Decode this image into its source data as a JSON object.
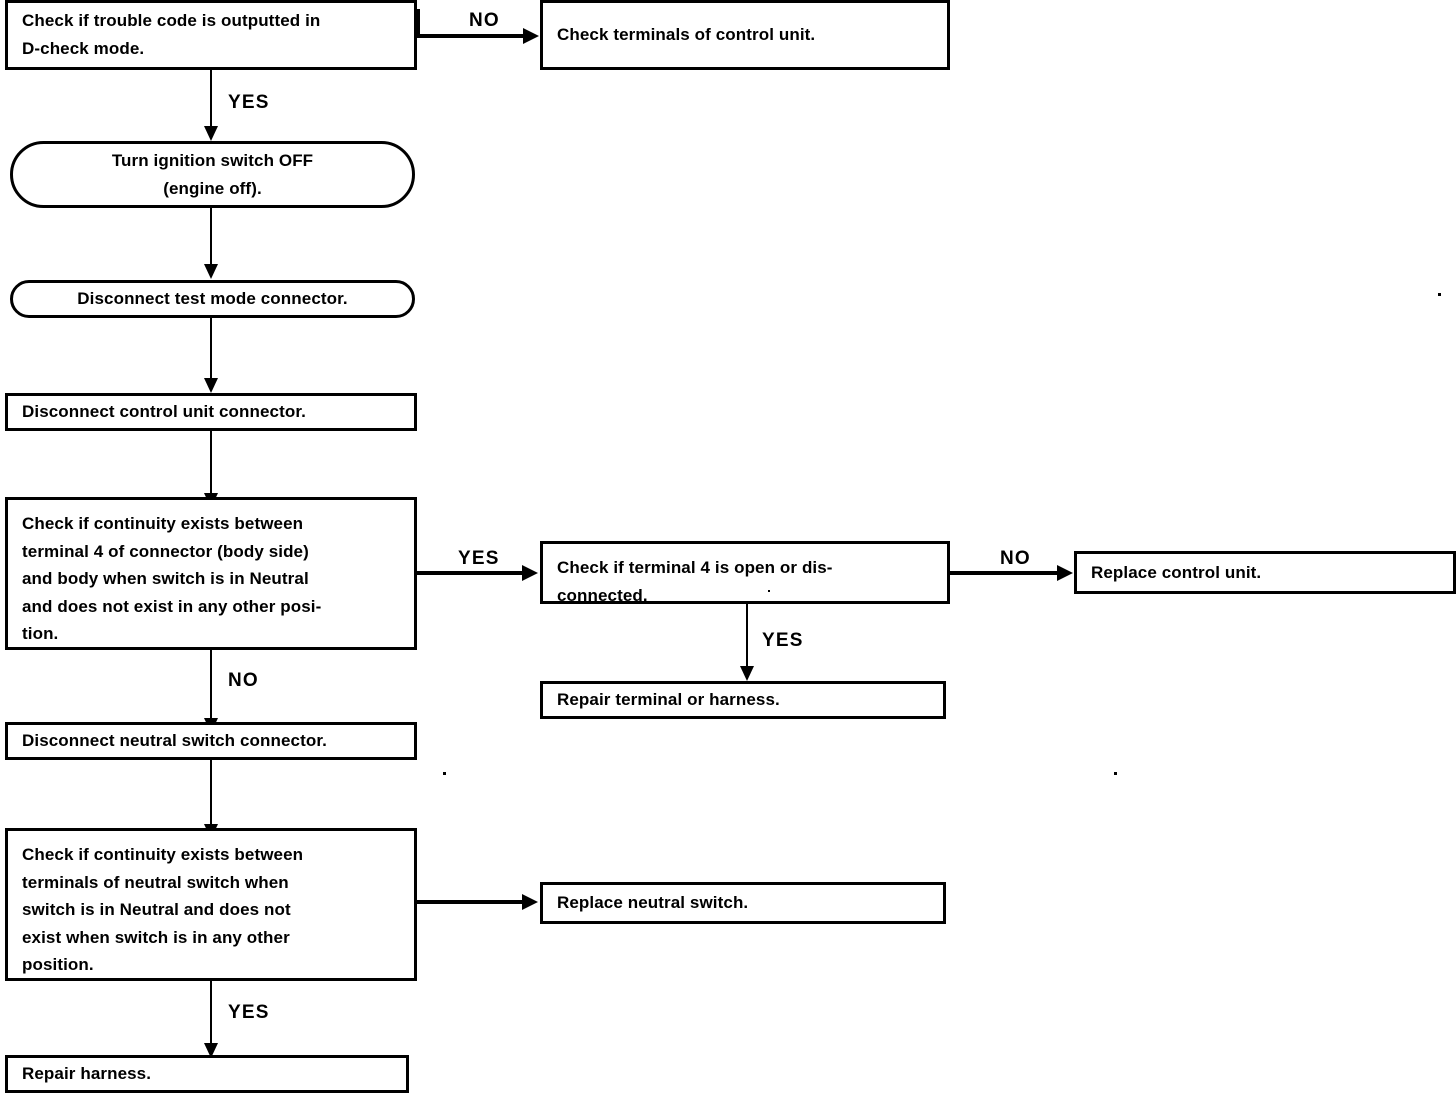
{
  "diagram": {
    "title": "Neutral switch / trouble code diagnostic flowchart",
    "ink_color": "#000000",
    "background_color": "#ffffff",
    "nodes": [
      {
        "id": "check-trouble-code",
        "shape": "rectangle",
        "text": "Check if trouble code is outputted in\nD-check mode."
      },
      {
        "id": "check-terminals-control-unit",
        "shape": "rectangle",
        "text": "Check terminals of control unit."
      },
      {
        "id": "turn-ignition-off",
        "shape": "rounded",
        "text": "Turn ignition switch OFF\n(engine off)."
      },
      {
        "id": "disconnect-test-mode-connector",
        "shape": "rounded",
        "text": "Disconnect test mode connector."
      },
      {
        "id": "disconnect-control-unit-connector",
        "shape": "rectangle",
        "text": "Disconnect control unit connector."
      },
      {
        "id": "check-continuity-terminal-4",
        "shape": "rectangle",
        "text": "Check if continuity exists between\nterminal 4 of connector (body side)\nand body when switch is in Neutral\nand does not exist in any other posi-\ntion."
      },
      {
        "id": "check-terminal-4-open",
        "shape": "rectangle",
        "text": "Check if terminal 4 is open or dis-\nconnected."
      },
      {
        "id": "replace-control-unit",
        "shape": "rectangle",
        "text": "Replace control unit."
      },
      {
        "id": "repair-terminal-or-harness",
        "shape": "rectangle",
        "text": "Repair terminal or harness."
      },
      {
        "id": "disconnect-neutral-switch-connector",
        "shape": "rectangle",
        "text": "Disconnect neutral switch connector."
      },
      {
        "id": "check-continuity-neutral-switch",
        "shape": "rectangle",
        "text": "Check if continuity exists between\nterminals of neutral switch when\nswitch is in Neutral and does not\nexist when switch is in any other\nposition."
      },
      {
        "id": "replace-neutral-switch",
        "shape": "rectangle",
        "text": "Replace neutral switch."
      },
      {
        "id": "repair-harness",
        "shape": "rectangle",
        "text": "Repair harness."
      }
    ],
    "edges": [
      {
        "id": "e1",
        "from": "check-trouble-code",
        "to": "check-terminals-control-unit",
        "label": "NO"
      },
      {
        "id": "e2",
        "from": "check-trouble-code",
        "to": "turn-ignition-off",
        "label": "YES"
      },
      {
        "id": "e3",
        "from": "turn-ignition-off",
        "to": "disconnect-test-mode-connector",
        "label": ""
      },
      {
        "id": "e4",
        "from": "disconnect-test-mode-connector",
        "to": "disconnect-control-unit-connector",
        "label": ""
      },
      {
        "id": "e5",
        "from": "disconnect-control-unit-connector",
        "to": "check-continuity-terminal-4",
        "label": ""
      },
      {
        "id": "e6",
        "from": "check-continuity-terminal-4",
        "to": "check-terminal-4-open",
        "label": "YES"
      },
      {
        "id": "e7",
        "from": "check-terminal-4-open",
        "to": "replace-control-unit",
        "label": "NO"
      },
      {
        "id": "e8",
        "from": "check-terminal-4-open",
        "to": "repair-terminal-or-harness",
        "label": "YES"
      },
      {
        "id": "e9",
        "from": "check-continuity-terminal-4",
        "to": "disconnect-neutral-switch-connector",
        "label": "NO"
      },
      {
        "id": "e10",
        "from": "disconnect-neutral-switch-connector",
        "to": "check-continuity-neutral-switch",
        "label": ""
      },
      {
        "id": "e11",
        "from": "check-continuity-neutral-switch",
        "to": "replace-neutral-switch",
        "label": ""
      },
      {
        "id": "e12",
        "from": "check-continuity-neutral-switch",
        "to": "repair-harness",
        "label": "YES"
      }
    ],
    "labels": {
      "no_top": "NO",
      "yes_top": "YES",
      "yes_mid": "YES",
      "no_mid_right": "NO",
      "yes_mid_down": "YES",
      "no_mid_down": "NO",
      "yes_bottom": "YES"
    }
  }
}
